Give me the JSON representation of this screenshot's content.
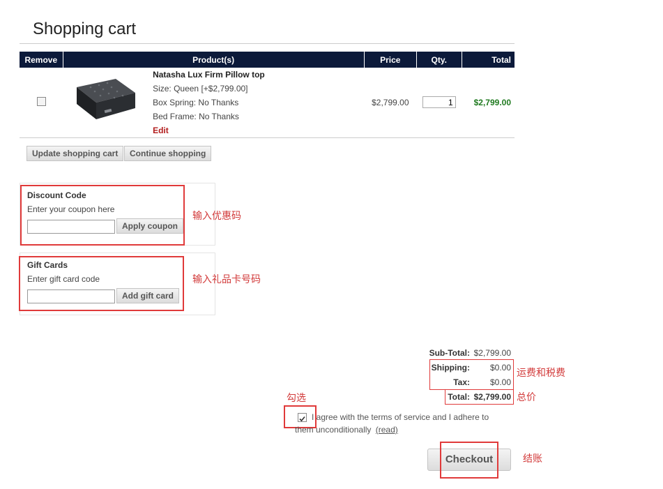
{
  "page_title": "Shopping cart",
  "table": {
    "headers": [
      "Remove",
      "Product(s)",
      "Price",
      "Qty.",
      "Total"
    ],
    "item": {
      "name": "Natasha Lux Firm Pillow top",
      "size": "Size: Queen [+$2,799.00]",
      "box_spring": "Box Spring: No Thanks",
      "bed_frame": "Bed Frame: No Thanks",
      "edit_label": "Edit",
      "price": "$2,799.00",
      "qty": "1",
      "total": "$2,799.00"
    }
  },
  "buttons": {
    "update_cart": "Update shopping cart",
    "continue_shopping": "Continue shopping",
    "apply_coupon": "Apply coupon",
    "add_gift_card": "Add gift card",
    "checkout": "Checkout"
  },
  "discount": {
    "title": "Discount Code",
    "hint": "Enter your coupon here"
  },
  "gift": {
    "title": "Gift Cards",
    "hint": "Enter gift card code"
  },
  "totals": {
    "subtotal_label": "Sub-Total:",
    "subtotal": "$2,799.00",
    "shipping_label": "Shipping:",
    "shipping": "$0.00",
    "tax_label": "Tax:",
    "tax": "$0.00",
    "total_label": "Total:",
    "total": "$2,799.00"
  },
  "terms": {
    "line1": "I agree with the terms of service and I adhere to",
    "line2": "them unconditionally",
    "read_link": "(read)"
  },
  "annotations": {
    "coupon": "输入优惠码",
    "gift": "输入礼品卡号码",
    "shipping_tax": "运费和税费",
    "total": "总价",
    "check": "勾选",
    "checkout": "结账"
  },
  "colors": {
    "header_bg": "#0c1a3a",
    "annotation_red": "#e03a3a",
    "total_green": "#1f7a1f",
    "edit_red": "#b21c1c"
  }
}
